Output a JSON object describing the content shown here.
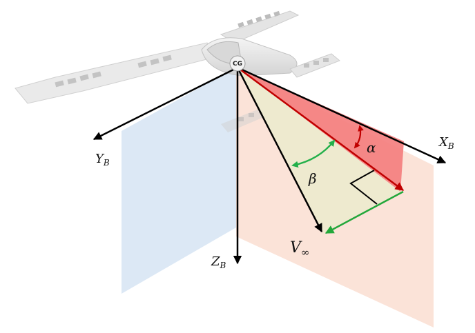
{
  "diagram": {
    "cg_label": "CG",
    "axes": {
      "xb": {
        "symbol": "X",
        "subscript": "B"
      },
      "yb": {
        "symbol": "Y",
        "subscript": "B"
      },
      "zb": {
        "symbol": "Z",
        "subscript": "B"
      }
    },
    "velocity": {
      "symbol": "V",
      "subscript": "∞"
    },
    "alpha_label": "α",
    "beta_label": "β",
    "colors": {
      "side_plane": "#dce8f5",
      "sym_plane": "#fbe3d8",
      "alpha_region": "#f47f7f",
      "beta_region": "#eeeacf",
      "x_axis_projection": "#c00000",
      "lateral_component": "#22a83a",
      "beta_arc": "#22b04a",
      "alpha_arc": "#c00000",
      "axes": "#000000"
    }
  }
}
